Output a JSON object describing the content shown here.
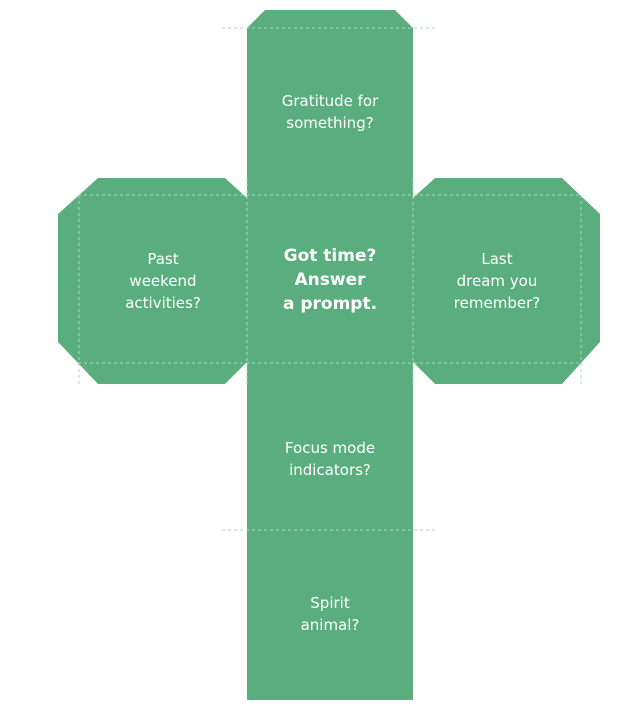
{
  "net": {
    "fill": "#5aae7e",
    "fold_line": "#a8d8bb"
  },
  "faces": {
    "top": "Gratitude for\nsomething?",
    "left": "Past\nweekend\nactivities?",
    "center": "Got time?\nAnswer\na prompt.",
    "right": "Last\ndream you\nremember?",
    "lower": "Focus mode\nindicators?",
    "bottom": "Spirit\nanimal?"
  }
}
